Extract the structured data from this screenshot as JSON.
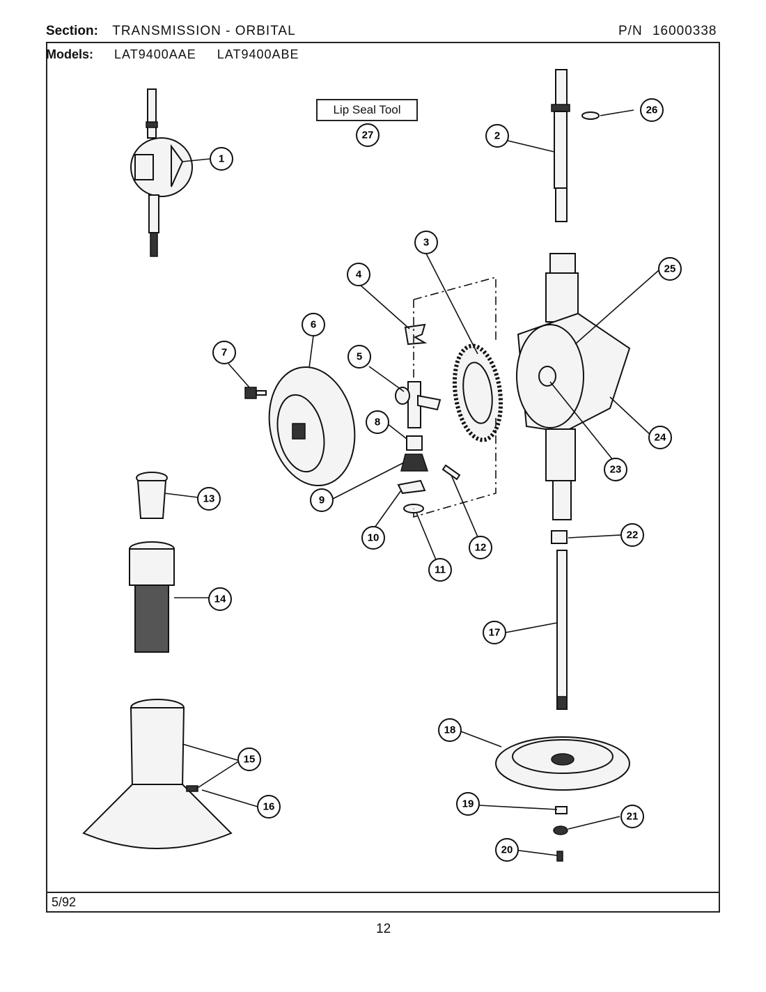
{
  "header": {
    "section_label": "Section:",
    "section_value": "TRANSMISSION - ORBITAL",
    "pn_label": "P/N",
    "pn_value": "16000338",
    "models_label": "Models:",
    "models": [
      "LAT9400AAE",
      "LAT9400ABE"
    ]
  },
  "tool": {
    "label": "Lip Seal Tool",
    "number": "27"
  },
  "callouts": [
    {
      "num": "1"
    },
    {
      "num": "2"
    },
    {
      "num": "3"
    },
    {
      "num": "4"
    },
    {
      "num": "5"
    },
    {
      "num": "6"
    },
    {
      "num": "7"
    },
    {
      "num": "8"
    },
    {
      "num": "9"
    },
    {
      "num": "10"
    },
    {
      "num": "11"
    },
    {
      "num": "12"
    },
    {
      "num": "13"
    },
    {
      "num": "14"
    },
    {
      "num": "15"
    },
    {
      "num": "16"
    },
    {
      "num": "17"
    },
    {
      "num": "18"
    },
    {
      "num": "19"
    },
    {
      "num": "20"
    },
    {
      "num": "21"
    },
    {
      "num": "22"
    },
    {
      "num": "23"
    },
    {
      "num": "24"
    },
    {
      "num": "25"
    },
    {
      "num": "26"
    }
  ],
  "footer": {
    "date": "5/92",
    "page": "12"
  }
}
